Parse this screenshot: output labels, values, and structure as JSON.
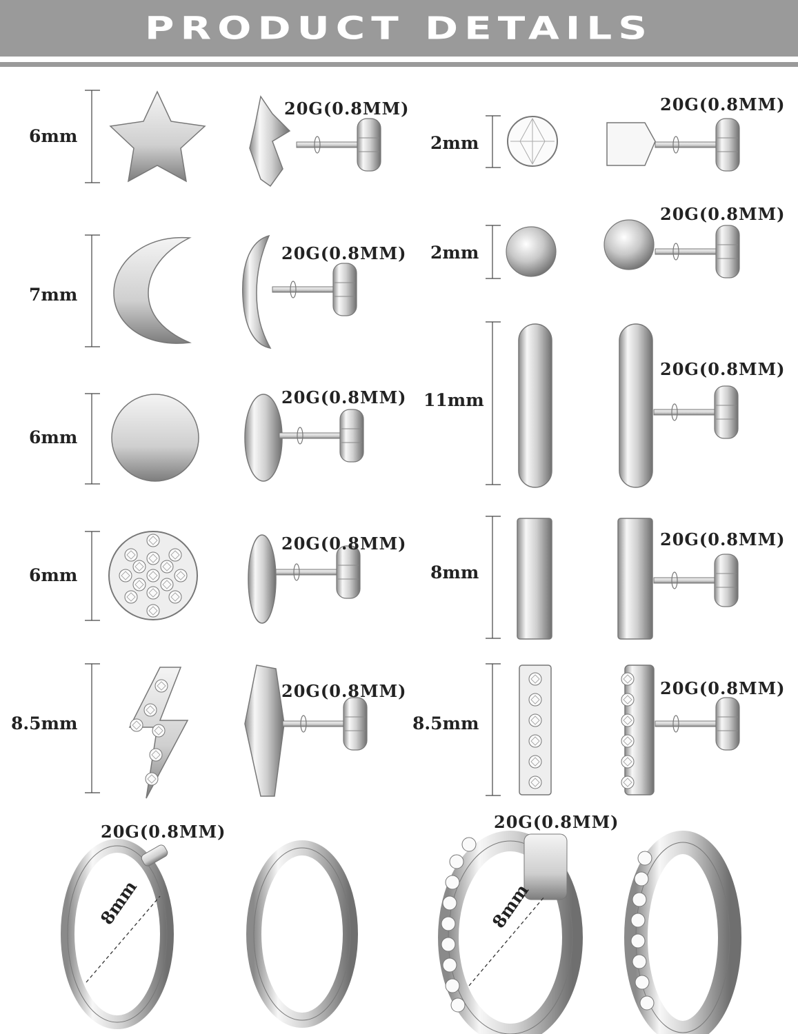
{
  "header": {
    "title": "PRODUCT DETAILS"
  },
  "colors": {
    "banner": "#9a9a9a",
    "metal_light": "#f4f4f4",
    "metal_mid": "#c9c9c9",
    "metal_dark": "#6e6e6e",
    "text": "#222222"
  },
  "gauge_label": "20G(0.8MM)",
  "left_column": [
    {
      "name": "star",
      "size": "6mm"
    },
    {
      "name": "moon",
      "size": "7mm"
    },
    {
      "name": "disc",
      "size": "6mm"
    },
    {
      "name": "pave-disc",
      "size": "6mm"
    },
    {
      "name": "lightning",
      "size": "8.5mm"
    }
  ],
  "right_column": [
    {
      "name": "round-cz",
      "size": "2mm"
    },
    {
      "name": "ball",
      "size": "2mm"
    },
    {
      "name": "long-bar",
      "size": "11mm"
    },
    {
      "name": "flat-bar",
      "size": "8mm"
    },
    {
      "name": "cz-bar",
      "size": "8.5mm"
    }
  ],
  "hoops": [
    {
      "name": "plain-hoop",
      "size": "8mm",
      "gauge": "20G(0.8MM)"
    },
    {
      "name": "cz-huggie",
      "size": "8mm",
      "gauge": "20G(0.8MM)"
    }
  ]
}
